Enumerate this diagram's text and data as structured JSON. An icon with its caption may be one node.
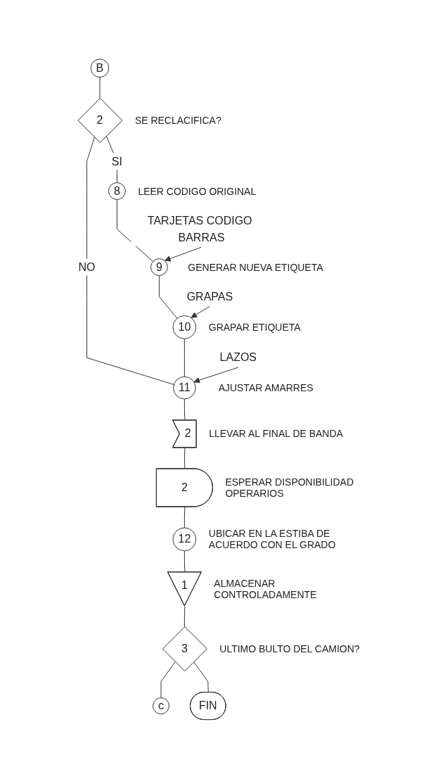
{
  "diagram": {
    "nodes": [
      {
        "text": [
          "B"
        ]
      },
      {
        "text": [
          "2"
        ],
        "beside": [
          "SE RECLACIFICA?"
        ]
      },
      {
        "text": [
          "8"
        ],
        "beside": [
          "LEER CODIGO ORIGINAL"
        ]
      },
      {
        "text": [
          "9"
        ],
        "beside": [
          "GENERAR NUEVA ETIQUETA"
        ]
      },
      {
        "text": [
          "10"
        ],
        "beside": [
          "GRAPAR ETIQUETA"
        ]
      },
      {
        "text": [
          "11"
        ],
        "beside": [
          "AJUSTAR AMARRES"
        ]
      },
      {
        "text": [
          "2"
        ],
        "beside": [
          "LLEVAR AL FINAL DE BANDA"
        ]
      },
      {
        "text": [
          "2"
        ],
        "beside": [
          "ESPERAR DISPONIBILIDAD OPERARIOS"
        ]
      },
      {
        "text": [
          "12"
        ],
        "beside": [
          "UBICAR EN LA ESTIBA DE ACUERDO CON EL GRADO"
        ]
      },
      {
        "text": [
          "1"
        ],
        "beside": [
          "ALMACENAR CONTROLADAMENTE"
        ]
      },
      {
        "text": [
          "3"
        ],
        "beside": [
          "ULTIMO BULTO DEL CAMION?"
        ]
      },
      {
        "text": [
          "c"
        ]
      },
      {
        "text": [
          "FIN"
        ]
      }
    ],
    "edges": [
      {
        "from": 0,
        "to": 1,
        "arrow": "none"
      },
      {
        "from": 1,
        "to": 2,
        "label": "SI",
        "arrow": "none"
      },
      {
        "from": 1,
        "to": 5,
        "label": "NO",
        "arrow": "none"
      },
      {
        "from": 2,
        "to": 3,
        "arrow": "none"
      },
      {
        "from": null,
        "to": 3,
        "label": "TARJETAS CODIGO BARRAS",
        "arrow": "to"
      },
      {
        "from": 3,
        "to": 4,
        "arrow": "none"
      },
      {
        "from": null,
        "to": 4,
        "label": "GRAPAS",
        "arrow": "to"
      },
      {
        "from": 4,
        "to": 5,
        "arrow": "none"
      },
      {
        "from": null,
        "to": 5,
        "label": "LAZOS",
        "arrow": "to"
      },
      {
        "from": 5,
        "to": 6,
        "arrow": "none"
      },
      {
        "from": 6,
        "to": 7,
        "arrow": "none"
      },
      {
        "from": 7,
        "to": 8,
        "arrow": "none"
      },
      {
        "from": 8,
        "to": 9,
        "arrow": "none"
      },
      {
        "from": 9,
        "to": 10,
        "arrow": "none"
      },
      {
        "from": 10,
        "to": 11,
        "arrow": "none"
      },
      {
        "from": 10,
        "to": 12,
        "arrow": "none"
      }
    ]
  }
}
